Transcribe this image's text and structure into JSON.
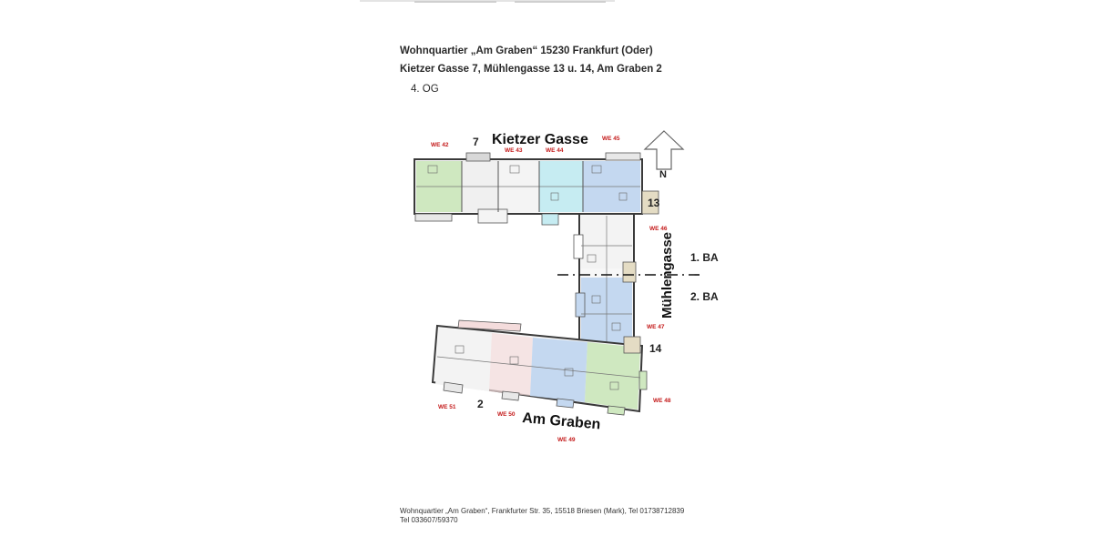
{
  "header": {
    "line1": "Wohnquartier „Am Graben“ 15230 Frankfurt (Oder)",
    "line2": "Kietzer Gasse 7, Mühlengasse 13 u. 14, Am Graben 2",
    "floor": "4.  OG"
  },
  "plan": {
    "streets": {
      "top": "Kietzer Gasse",
      "right": "Mühlengasse",
      "bottom": "Am Graben"
    },
    "house_numbers": {
      "n7": "7",
      "n13": "13",
      "n14": "14",
      "n2": "2"
    },
    "north": "N",
    "construction_phases": {
      "first": "1. BA",
      "second": "2. BA"
    },
    "units": {
      "we42": "WE 42",
      "we43": "WE 43",
      "we44": "WE 44",
      "we45": "WE 45",
      "we46": "WE 46",
      "we47": "WE 47",
      "we48": "WE 48",
      "we49": "WE 49",
      "we50": "WE 50",
      "we51": "WE 51"
    },
    "colors": {
      "green": "#cfe8c0",
      "blue": "#c4d8f0",
      "cyan": "#c6ecf2",
      "pink": "#f4dcdc",
      "grey": "#e8e8e8",
      "wall": "#3a3a3a",
      "unit_label": "#c41a1a"
    }
  },
  "footer": {
    "line1": "Wohnquartier „Am Graben“, Frankfurter Str. 35, 15518 Briesen (Mark), Tel 01738712839",
    "line2": "Tel 033607/59370"
  }
}
